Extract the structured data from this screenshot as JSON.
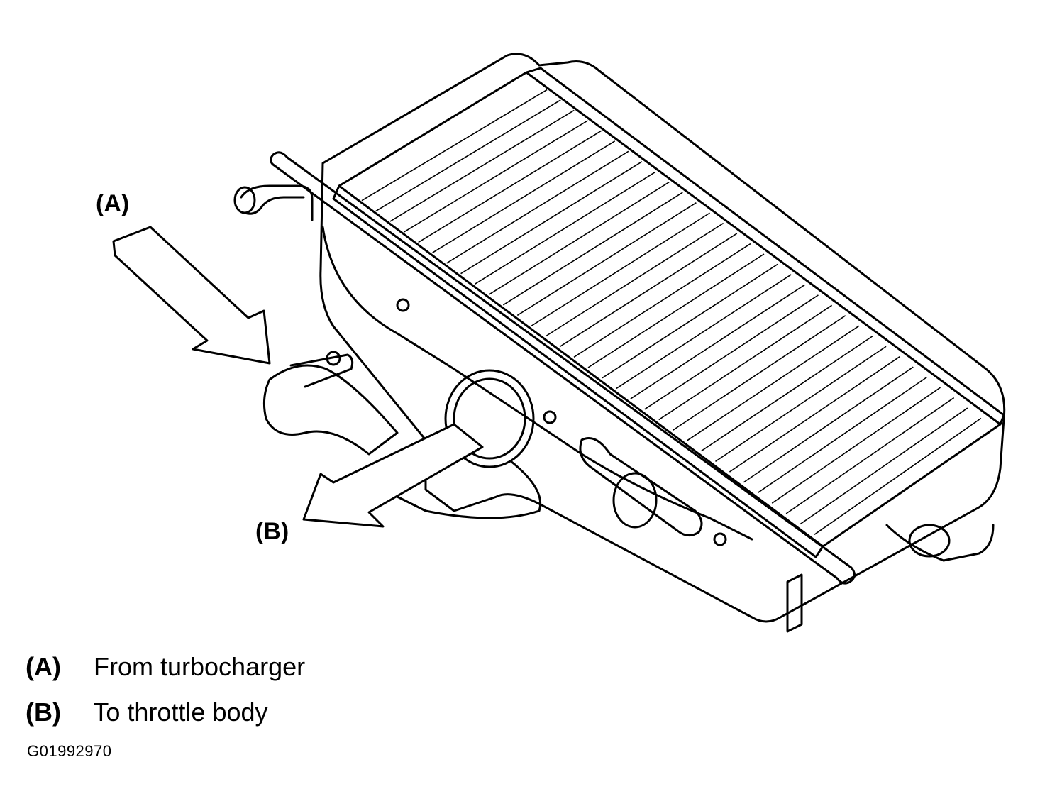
{
  "callouts": {
    "a": "(A)",
    "b": "(B)"
  },
  "legend": [
    {
      "key": "(A)",
      "text": "From turbocharger"
    },
    {
      "key": "(B)",
      "text": "To throttle body"
    }
  ],
  "figure_id": "G01992970",
  "colors": {
    "line": "#000000",
    "background": "#ffffff"
  }
}
